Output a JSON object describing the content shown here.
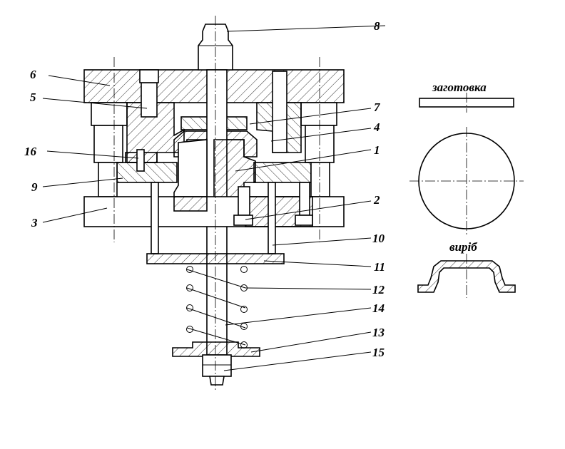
{
  "labels": {
    "blank": "заготовка",
    "part": "виріб"
  },
  "callouts": {
    "n1": "1",
    "n2": "2",
    "n3": "3",
    "n4": "4",
    "n5": "5",
    "n6": "6",
    "n7": "7",
    "n8": "8",
    "n9": "9",
    "n10": "10",
    "n11": "11",
    "n12": "12",
    "n13": "13",
    "n14": "14",
    "n15": "15",
    "n16": "16"
  }
}
